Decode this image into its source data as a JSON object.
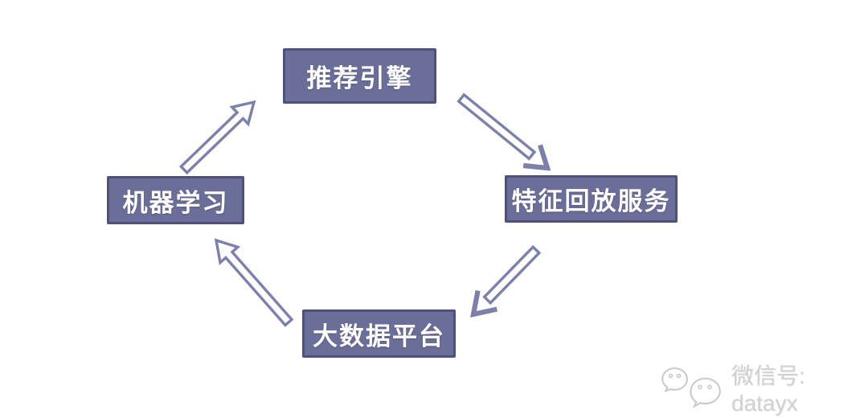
{
  "diagram": {
    "nodes": [
      {
        "id": "recommendation-engine",
        "label": "推荐引擎"
      },
      {
        "id": "feature-replay-service",
        "label": "特征回放服务"
      },
      {
        "id": "big-data-platform",
        "label": "大数据平台"
      },
      {
        "id": "machine-learning",
        "label": "机器学习"
      }
    ],
    "edges": [
      {
        "from": "recommendation-engine",
        "to": "feature-replay-service",
        "head": "open"
      },
      {
        "from": "feature-replay-service",
        "to": "big-data-platform",
        "head": "open"
      },
      {
        "from": "big-data-platform",
        "to": "machine-learning",
        "head": "outline"
      },
      {
        "from": "machine-learning",
        "to": "recommendation-engine",
        "head": "outline"
      }
    ]
  },
  "watermark": {
    "icon": "wechat-icon",
    "text": "微信号: datayx"
  },
  "colors": {
    "background": "#ffffff",
    "box_fill": "#6a6e99",
    "box_border": "#4e527a",
    "box_text": "#ffffff",
    "arrow": "#7b80ac",
    "watermark_text": "#d0d0d0"
  }
}
